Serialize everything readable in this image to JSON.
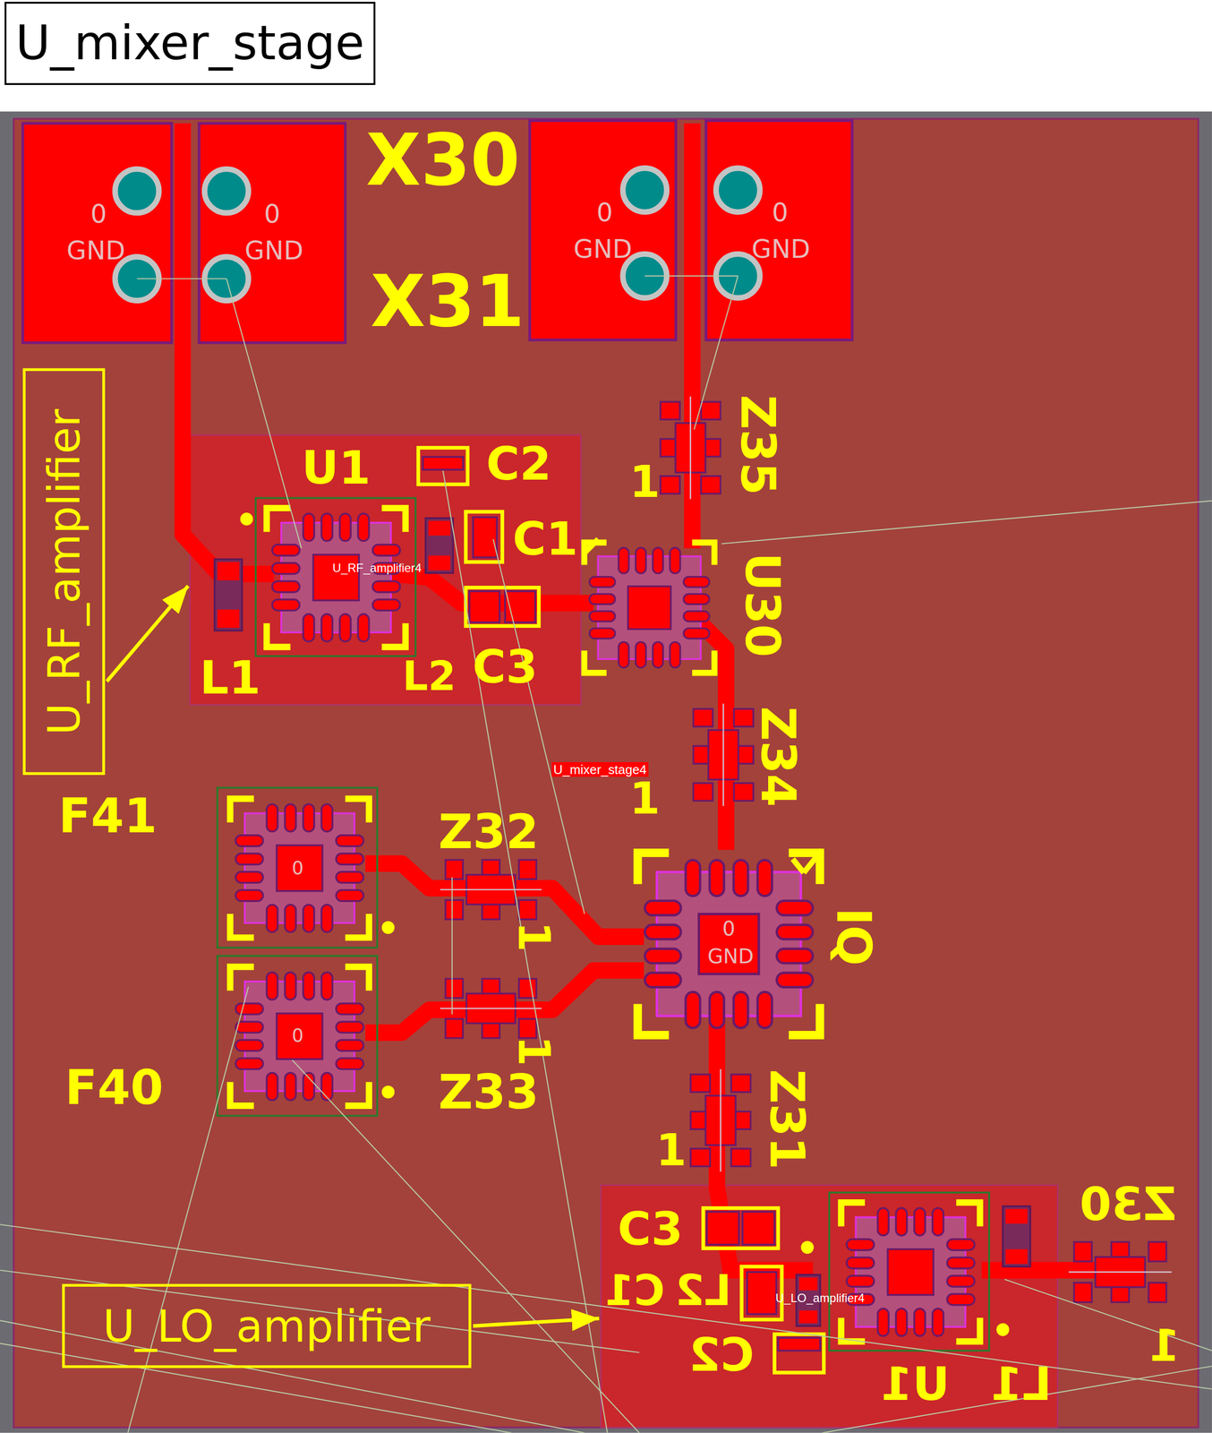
{
  "diagram": {
    "title": "U_mixer_stage",
    "nodes": [
      {
        "text": [
          "U_mixer_stage4"
        ]
      },
      {
        "text": [
          "U_RF_amplifier4"
        ],
        "in": 0
      },
      {
        "text": [
          "U_LO_amplifier4"
        ],
        "in": 0
      },
      {
        "text": [
          "U_RF_amplifier"
        ],
        "in": 0
      },
      {
        "text": [
          "U_LO_amplifier"
        ],
        "in": 0
      }
    ],
    "edges": [
      {
        "from": 3,
        "to": 1,
        "arrow": "to"
      },
      {
        "from": 4,
        "to": 2,
        "arrow": "to"
      }
    ],
    "labels": [
      "X30",
      "0",
      "GND",
      "0",
      "GND",
      "0",
      "GND",
      "0",
      "GND",
      "X31",
      "Z35",
      "1",
      "U1",
      "C2",
      "C1",
      "U30",
      "L1",
      "L2",
      "C3",
      "Z34",
      "1",
      "F41",
      "0",
      "Z32",
      "1",
      "0",
      "GND",
      "IQ",
      "1",
      "Z33",
      "F40",
      "0",
      "Z31",
      "1",
      "C3",
      "Z30",
      "C1",
      "L2",
      "1",
      "C2",
      "U1",
      "L1"
    ]
  }
}
